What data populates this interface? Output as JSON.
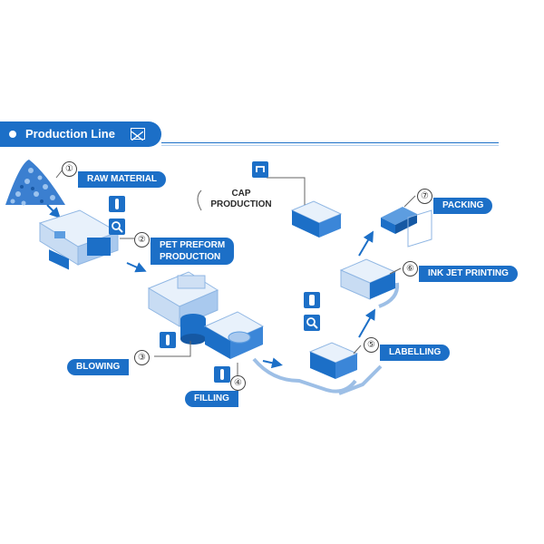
{
  "header": {
    "title": "Production Line",
    "accent": "#1c6fc7"
  },
  "steps": [
    {
      "num": "①",
      "label": "RAW MATERIAL"
    },
    {
      "num": "②",
      "label_line1": "PET PREFORM",
      "label_line2": "PRODUCTION"
    },
    {
      "num": "③",
      "label": "BLOWING"
    },
    {
      "num": "④",
      "label": "FILLING"
    },
    {
      "num": "⑤",
      "label": "LABELLING"
    },
    {
      "num": "⑥",
      "label": "INK JET PRINTING"
    },
    {
      "num": "⑦",
      "label": "PACKING"
    }
  ],
  "cap": {
    "line1": "CAP",
    "line2": "PRODUCTION"
  },
  "icons": [
    "bottle-icon",
    "magnifier-icon",
    "bottle-icon",
    "bottle-icon",
    "bottle-icon",
    "magnifier-icon",
    "cap-icon"
  ]
}
